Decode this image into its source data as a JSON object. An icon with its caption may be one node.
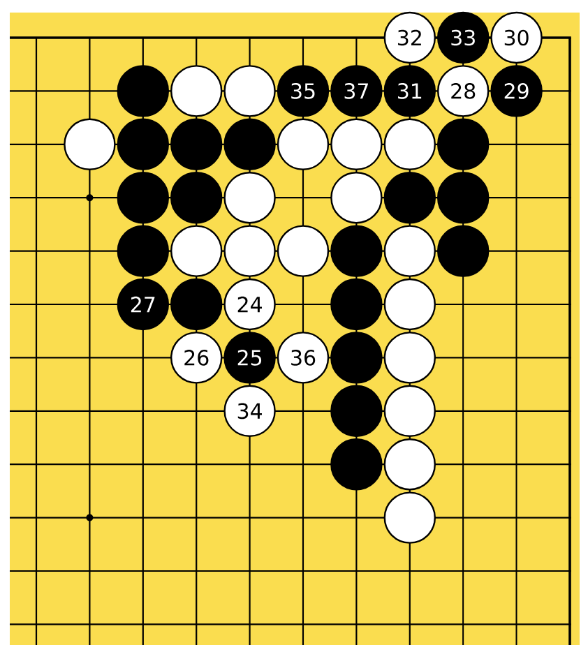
{
  "diagram": {
    "nodes": [
      {
        "text": [
          "32"
        ]
      },
      {
        "text": [
          "33"
        ]
      },
      {
        "text": [
          "30"
        ]
      },
      {
        "text": [],
        "shape": "circle"
      },
      {
        "text": [],
        "shape": "circle"
      },
      {
        "text": [],
        "shape": "circle"
      },
      {
        "text": [
          "35"
        ]
      },
      {
        "text": [
          "37"
        ]
      },
      {
        "text": [
          "31"
        ]
      },
      {
        "text": [
          "28"
        ]
      },
      {
        "text": [
          "29"
        ]
      },
      {
        "text": [],
        "shape": "circle"
      },
      {
        "text": [],
        "shape": "circle"
      },
      {
        "text": [],
        "shape": "circle"
      },
      {
        "text": [],
        "shape": "circle"
      },
      {
        "text": [],
        "shape": "circle"
      },
      {
        "text": [],
        "shape": "circle"
      },
      {
        "text": [],
        "shape": "circle"
      },
      {
        "text": [],
        "shape": "circle"
      },
      {
        "text": [],
        "shape": "circle"
      },
      {
        "text": [],
        "shape": "circle"
      },
      {
        "text": [],
        "shape": "circle"
      },
      {
        "text": [],
        "shape": "circle"
      },
      {
        "text": [],
        "shape": "circle"
      },
      {
        "text": [],
        "shape": "circle"
      },
      {
        "text": [],
        "shape": "circle"
      },
      {
        "text": [],
        "shape": "circle"
      },
      {
        "text": [],
        "shape": "circle"
      },
      {
        "text": [],
        "shape": "circle"
      },
      {
        "text": [],
        "shape": "circle"
      },
      {
        "text": [],
        "shape": "circle"
      },
      {
        "text": [],
        "shape": "circle"
      },
      {
        "text": [
          "27"
        ]
      },
      {
        "text": [],
        "shape": "circle"
      },
      {
        "text": [
          "24"
        ]
      },
      {
        "text": [],
        "shape": "circle"
      },
      {
        "text": [],
        "shape": "circle"
      },
      {
        "text": [
          "26"
        ]
      },
      {
        "text": [
          "25"
        ]
      },
      {
        "text": [
          "36"
        ]
      },
      {
        "text": [],
        "shape": "circle"
      },
      {
        "text": [],
        "shape": "circle"
      },
      {
        "text": [
          "34"
        ]
      },
      {
        "text": [],
        "shape": "circle"
      },
      {
        "text": [],
        "shape": "circle"
      },
      {
        "text": [],
        "shape": "circle"
      },
      {
        "text": [],
        "shape": "circle"
      },
      {
        "text": [],
        "shape": "circle"
      }
    ]
  }
}
